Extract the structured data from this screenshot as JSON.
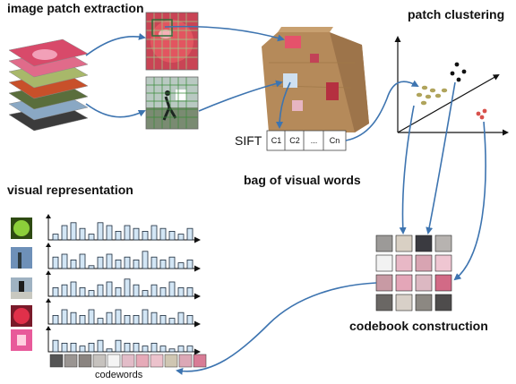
{
  "labels": {
    "image_patch_extraction": "image patch extraction",
    "patch_clustering": "patch clustering",
    "visual_representation": "visual representation",
    "bag_of_visual_words": "bag of visual words",
    "codebook_construction": "codebook construction",
    "sift": "SIFT",
    "codewords": "codewords"
  },
  "descriptor_cells": [
    "C1",
    "C2",
    "...",
    "Cn"
  ],
  "colors": {
    "arrow": "#3d74b0",
    "bar_fill": "#d3e6f5",
    "bag": "#b58a5a",
    "cluster_olive": "#b0a45c",
    "cluster_black": "#111111",
    "cluster_red": "#d8514c"
  },
  "histograms": [
    [
      2,
      5,
      6,
      4,
      2,
      6,
      5,
      3,
      5,
      4,
      3,
      5,
      4,
      3,
      2,
      4
    ],
    [
      4,
      5,
      3,
      5,
      1,
      4,
      5,
      3,
      4,
      3,
      6,
      4,
      3,
      4,
      2,
      3
    ],
    [
      3,
      4,
      5,
      3,
      2,
      4,
      5,
      3,
      6,
      4,
      2,
      4,
      3,
      5,
      3,
      3
    ],
    [
      3,
      5,
      4,
      3,
      5,
      2,
      4,
      5,
      3,
      3,
      5,
      4,
      3,
      2,
      4,
      3
    ],
    [
      4,
      3,
      3,
      2,
      3,
      4,
      1,
      4,
      3,
      3,
      2,
      3,
      2,
      1,
      2,
      2
    ]
  ]
}
